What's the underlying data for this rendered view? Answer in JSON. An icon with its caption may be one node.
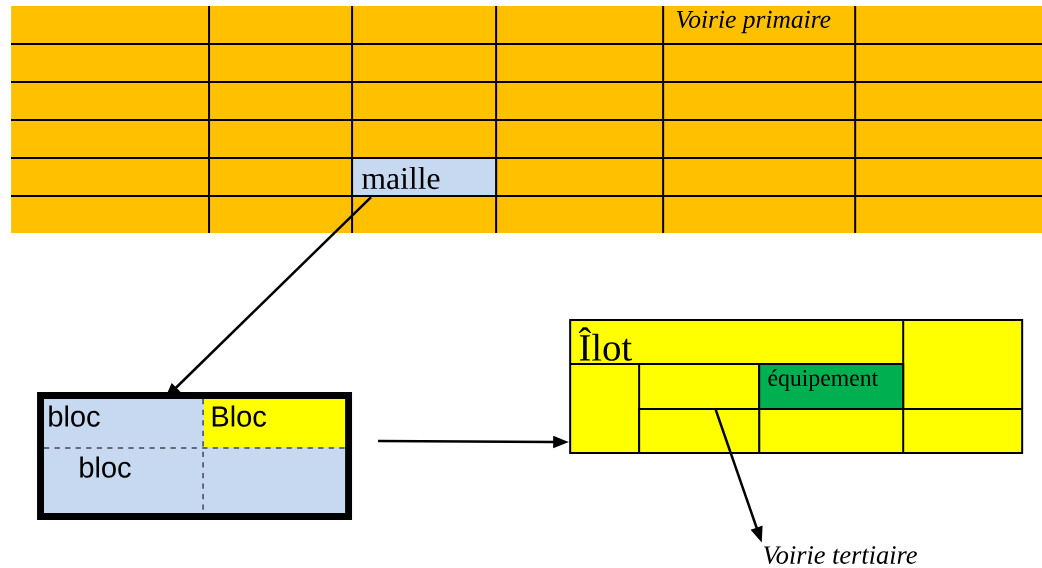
{
  "diagram": {
    "nodes": [
      {
        "text": [
          "Voirie primaire"
        ]
      },
      {
        "text": [
          "maille"
        ],
        "in": 0
      },
      {
        "text": [],
        "shape": "box"
      },
      {
        "text": [
          "bloc"
        ],
        "in": 2
      },
      {
        "text": [
          "Bloc"
        ],
        "in": 2
      },
      {
        "text": [
          "bloc"
        ],
        "in": 2
      },
      {
        "text": [
          "Îlot"
        ]
      },
      {
        "text": [
          "équipement"
        ],
        "in": 6
      },
      {
        "text": [],
        "shape": "box",
        "in": 6
      },
      {
        "text": [
          "Voirie tertiaire"
        ]
      }
    ],
    "edges": [
      {
        "from": 1,
        "to": 3,
        "arrow": "to"
      },
      {
        "from": 2,
        "to": 6,
        "arrow": "to"
      },
      {
        "from": 8,
        "to": 9,
        "arrow": "to"
      }
    ]
  }
}
